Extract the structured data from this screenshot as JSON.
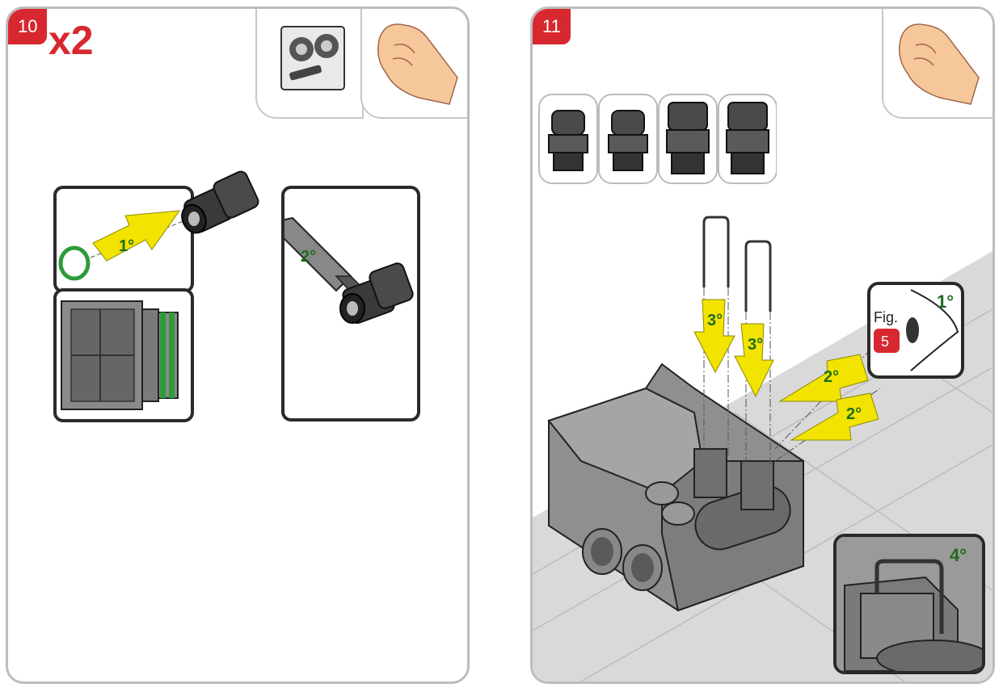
{
  "step10": {
    "number": "10",
    "multiplier": "x2",
    "label_1": "1°",
    "label_2": "2°"
  },
  "step11": {
    "number": "11",
    "label_1": "1°",
    "label_2a": "2°",
    "label_2b": "2°",
    "label_3a": "3°",
    "label_3b": "3°",
    "label_4": "4°",
    "fig_text": "Fig.",
    "fig_number": "5"
  },
  "colors": {
    "step_badge": "#d7282f",
    "arrow_fill": "#f2e300",
    "label_green": "#1e6b1e",
    "oring_green": "#2e9b3a"
  }
}
